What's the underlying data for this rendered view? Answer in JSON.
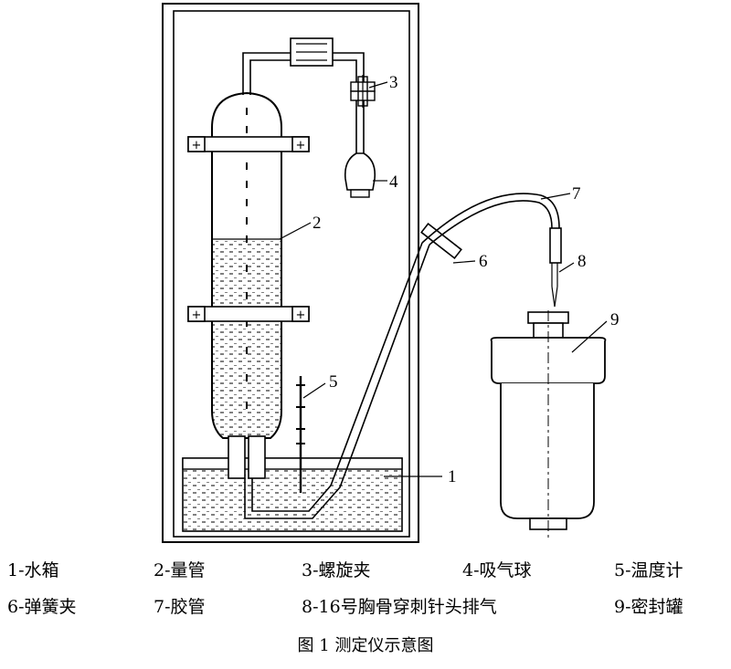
{
  "callouts": [
    "1",
    "2",
    "3",
    "4",
    "5",
    "6",
    "7",
    "8",
    "9"
  ],
  "legend": [
    {
      "num": "1-",
      "label": "水箱"
    },
    {
      "num": "2-",
      "label": "量管"
    },
    {
      "num": "3-",
      "label": "螺旋夹"
    },
    {
      "num": "4-",
      "label": "吸气球"
    },
    {
      "num": "5-",
      "label": "温度计"
    },
    {
      "num": "6-",
      "label": "弹簧夹"
    },
    {
      "num": "7-",
      "label": "胶管"
    },
    {
      "num": "8-16",
      "label": "号胸骨穿刺针头排气"
    },
    {
      "num": "9-",
      "label": "密封罐"
    }
  ],
  "caption": "图 1  测定仪示意图"
}
